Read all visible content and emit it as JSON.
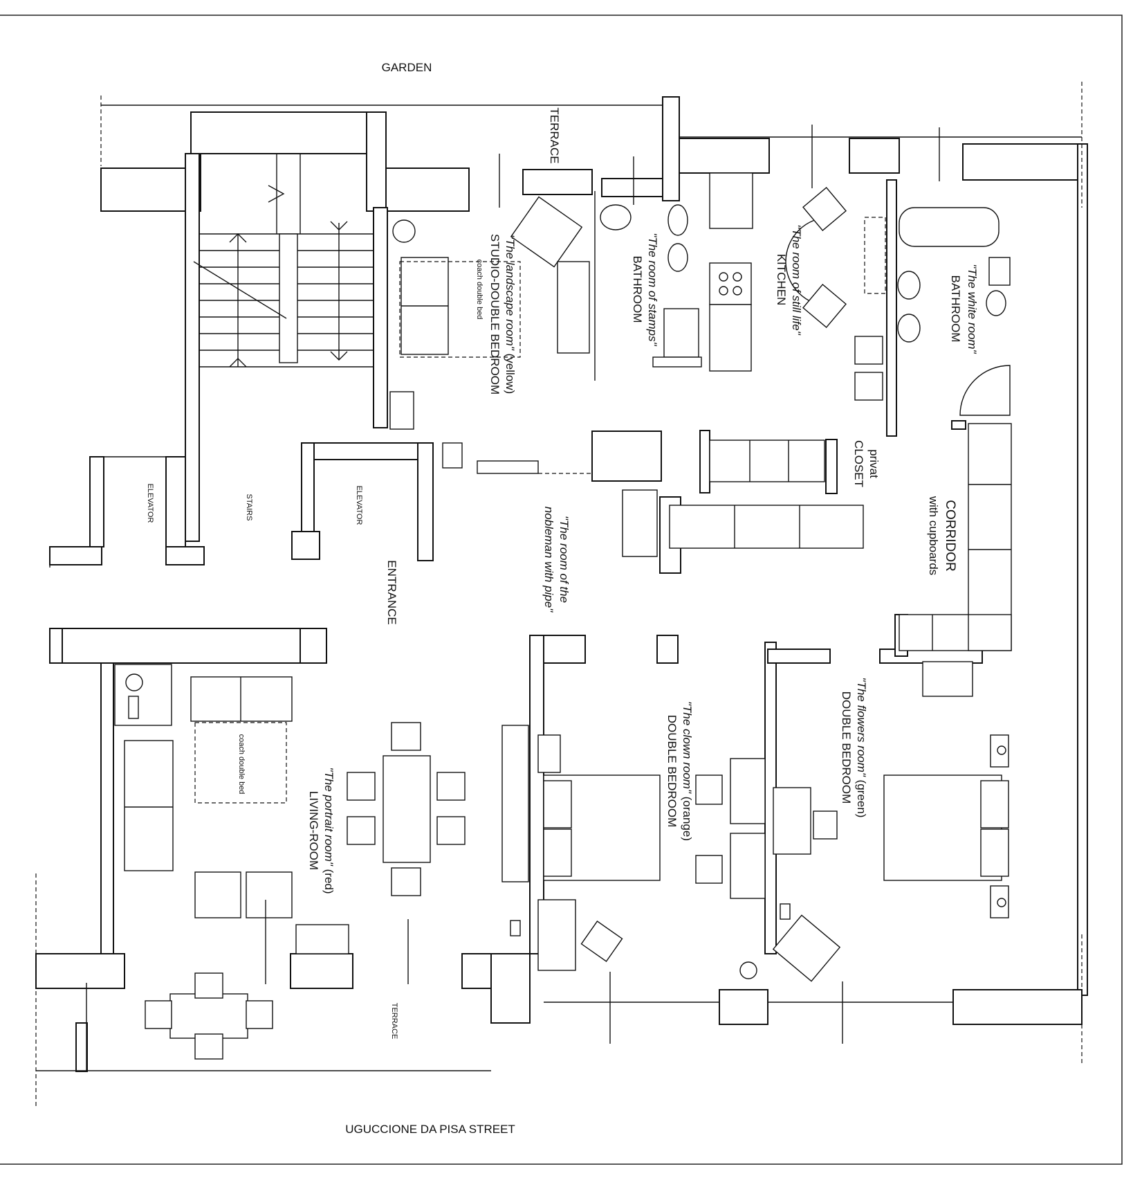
{
  "plan": {
    "outside": {
      "garden": "GARDEN",
      "street": "UGUCCIONE DA PISA STREET"
    },
    "common": {
      "stairs": "STAIRS",
      "elevator_left": "ELEVATOR",
      "elevator_right": "ELEVATOR",
      "entrance": "ENTRANCE",
      "terrace_top": "TERRACE",
      "terrace_bottom": "TERRACE"
    },
    "rooms": {
      "studio": {
        "nickname_open": "\"The landscape room\"",
        "nickname_color": " (yellow)",
        "type": "STUDIO-DOUBLE BEDROOM",
        "bed_note": "coach double bed"
      },
      "bathroom_stamps": {
        "nickname": "\"The room of stamps\"",
        "type": "BATHROOM"
      },
      "kitchen": {
        "nickname": "\"The room of still life\"",
        "type": "KITCHEN"
      },
      "bathroom_white": {
        "nickname": "\"The white room\"",
        "type": "BATHROOM"
      },
      "closet": {
        "line1": "privat",
        "line2": "CLOSET"
      },
      "corridor": {
        "type": "CORRIDOR",
        "note": "with cupboards"
      },
      "hall": {
        "line1": "\"The room of the",
        "line2": "nobleman with pipe\""
      },
      "living": {
        "nickname_open": "\"The portrait room\"",
        "nickname_color": " (red)",
        "type": "LIVING-ROOM",
        "bed_note": "coach double bed"
      },
      "clown": {
        "nickname_open": "\"The clown room\"",
        "nickname_color": " (orange)",
        "type": "DOUBLE BEDROOM"
      },
      "flowers": {
        "nickname_open": "\"The flowers room\"",
        "nickname_color": " (green)",
        "type": "DOUBLE BEDROOM"
      }
    }
  }
}
